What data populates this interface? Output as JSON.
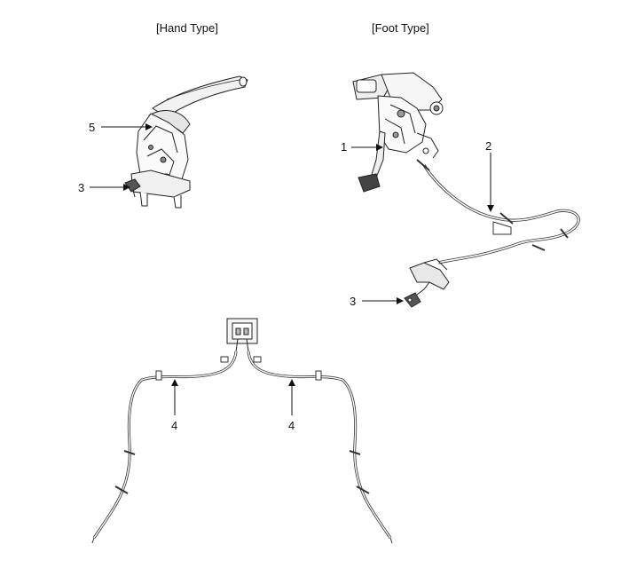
{
  "titles": {
    "hand": "[Hand Type]",
    "foot": "[Foot Type]"
  },
  "callouts": {
    "hand_lever": "5",
    "hand_switch": "3",
    "foot_pedal": "1",
    "foot_cable": "2",
    "foot_switch": "3",
    "rear_cable_left": "4",
    "rear_cable_right": "4"
  }
}
